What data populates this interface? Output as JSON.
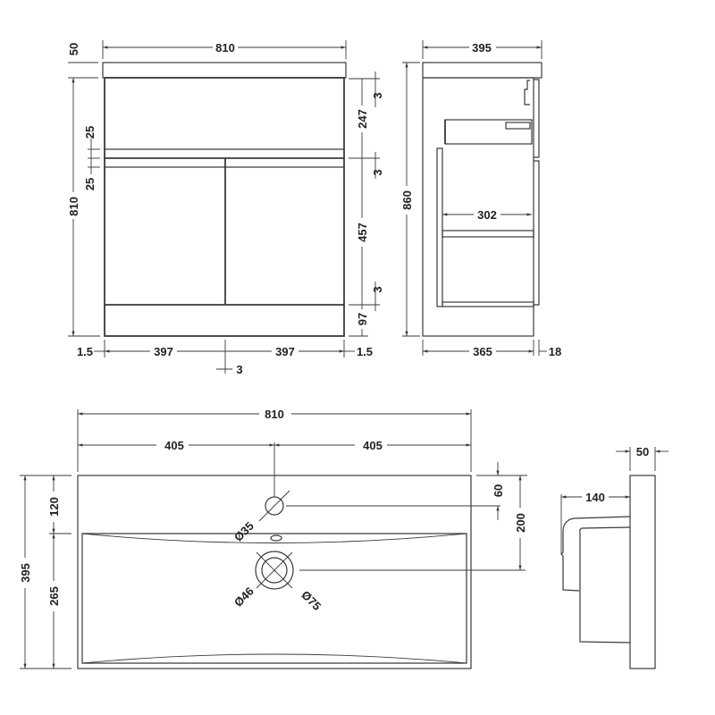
{
  "front_view": {
    "width": "810",
    "slab_height": "50",
    "height": "810",
    "drawer_gap_top": "25",
    "drawer_gap_bottom": "25",
    "gap_top": "3",
    "drawer_height": "247",
    "gap_mid": "3",
    "door_height": "457",
    "gap_bottom": "3",
    "plinth": "97",
    "edge_left": "1.5",
    "door_left": "397",
    "door_right": "397",
    "edge_right": "1.5",
    "door_gap": "3"
  },
  "side_view": {
    "depth": "395",
    "height": "860",
    "drawer_depth": "302",
    "body_depth": "365",
    "door_thickness": "18"
  },
  "basin_top": {
    "width": "810",
    "half_left": "405",
    "half_right": "405",
    "depth": "395",
    "tap_offset": "120",
    "bowl_depth": "265",
    "tap_from_back": "60",
    "waste_from_back": "200",
    "tap_hole": "Ø35",
    "waste_inner": "Ø46",
    "waste_outer": "Ø75"
  },
  "basin_side": {
    "thickness": "50",
    "bowl_projection": "140"
  }
}
